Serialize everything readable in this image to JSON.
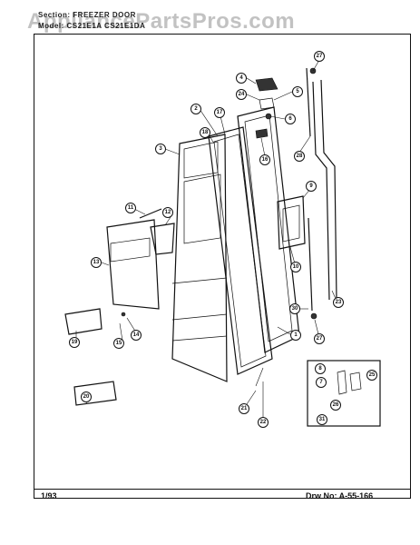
{
  "header": {
    "section_line": "Section: FREEZER DOOR",
    "model_line": "Model: CS21E1A  CS21E1DA"
  },
  "watermark": "AppliancePartsPros.com",
  "footer": {
    "date": "1/93",
    "drawing_number": "Drw No:  A-55-166"
  },
  "callouts": [
    {
      "id": "c27a",
      "label": "27"
    },
    {
      "id": "c4",
      "label": "4"
    },
    {
      "id": "c24",
      "label": "24"
    },
    {
      "id": "c5",
      "label": "5"
    },
    {
      "id": "c6",
      "label": "6"
    },
    {
      "id": "c2",
      "label": "2"
    },
    {
      "id": "c17",
      "label": "17"
    },
    {
      "id": "c18",
      "label": "18"
    },
    {
      "id": "c16",
      "label": "16"
    },
    {
      "id": "c28",
      "label": "28"
    },
    {
      "id": "c3",
      "label": "3"
    },
    {
      "id": "c9",
      "label": "9"
    },
    {
      "id": "c11",
      "label": "11"
    },
    {
      "id": "c12",
      "label": "12"
    },
    {
      "id": "c10",
      "label": "10"
    },
    {
      "id": "c13",
      "label": "13"
    },
    {
      "id": "c23",
      "label": "23"
    },
    {
      "id": "c30",
      "label": "30"
    },
    {
      "id": "c27b",
      "label": "27"
    },
    {
      "id": "c1",
      "label": "1"
    },
    {
      "id": "c14",
      "label": "14"
    },
    {
      "id": "c15",
      "label": "15"
    },
    {
      "id": "c19",
      "label": "19"
    },
    {
      "id": "c8",
      "label": "8"
    },
    {
      "id": "c25",
      "label": "25"
    },
    {
      "id": "c7",
      "label": "7"
    },
    {
      "id": "c26",
      "label": "26"
    },
    {
      "id": "c21",
      "label": "21"
    },
    {
      "id": "c22",
      "label": "22"
    },
    {
      "id": "c31",
      "label": "31"
    },
    {
      "id": "c20",
      "label": "20"
    }
  ]
}
